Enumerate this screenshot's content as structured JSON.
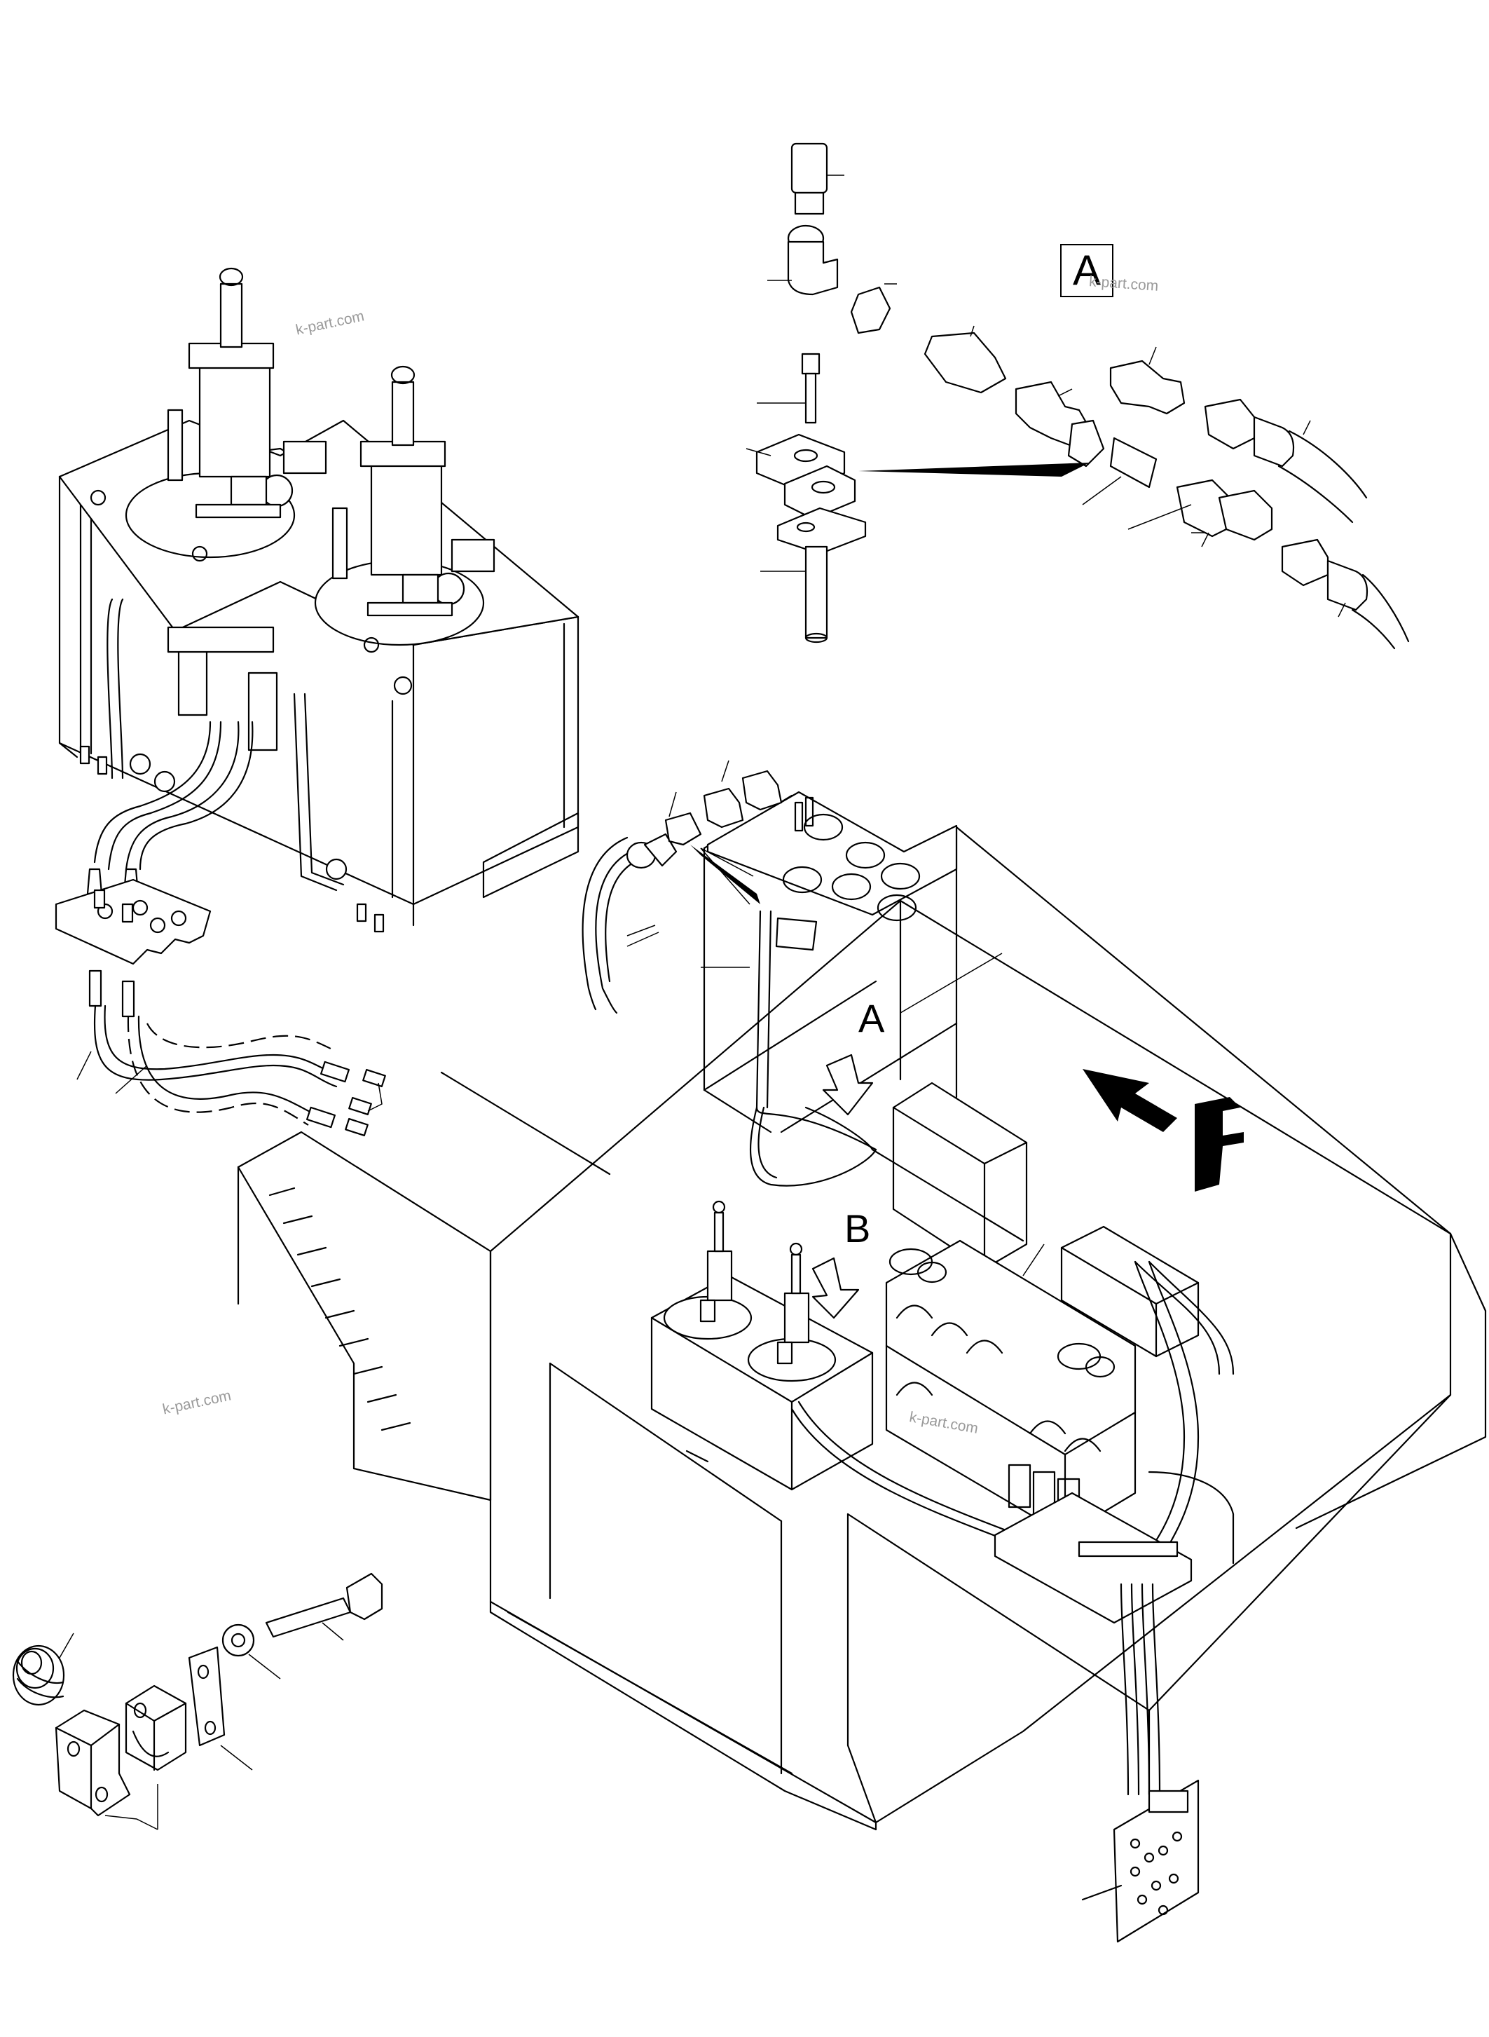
{
  "labels": {
    "detail_a_box": "A",
    "view_a": "A",
    "view_b": "B",
    "front_direction": "F"
  },
  "watermarks": [
    "k-part.com",
    "k-part.com",
    "k-part.com",
    "k-part.com"
  ],
  "colors": {
    "line": "#000000",
    "background": "#ffffff",
    "watermark": "#9a9a9a"
  }
}
